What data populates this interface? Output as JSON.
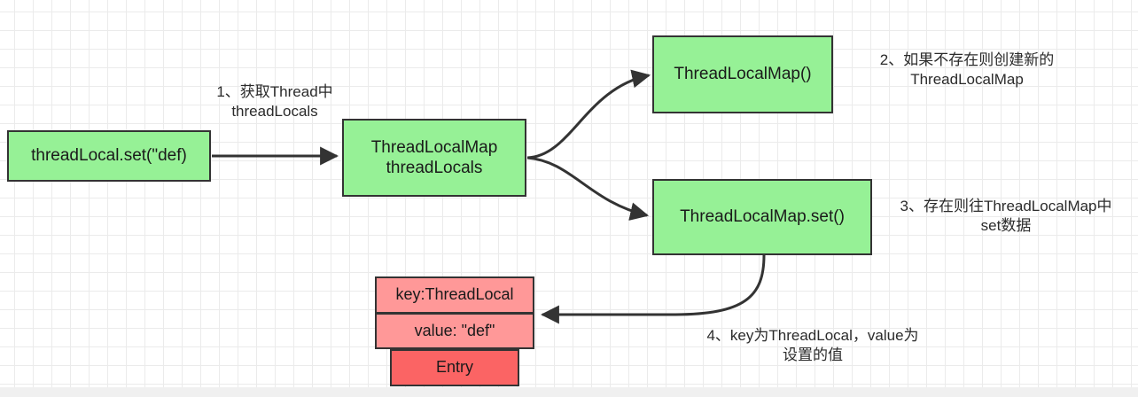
{
  "diagram": {
    "title_context": "ThreadLocal set() flow",
    "background": {
      "grid_color": "#ebebeb",
      "page_color": "#ffffff"
    },
    "colors": {
      "node_green": "#96f196",
      "cell_light_red": "#ff9898",
      "cell_dark_red": "#fb6464",
      "stroke": "#333333",
      "text": "#1a1a1a",
      "annotation_text": "#2b2b2b"
    },
    "nodes": [
      {
        "id": "thread-local-set",
        "label": "threadLocal.set(\"def)"
      },
      {
        "id": "thread-local-map-field",
        "label": "ThreadLocalMap\nthreadLocals"
      },
      {
        "id": "thread-local-map-ctor",
        "label": "ThreadLocalMap()"
      },
      {
        "id": "thread-local-map-set",
        "label": "ThreadLocalMap.set()"
      }
    ],
    "entry_table": {
      "rows": [
        {
          "id": "entry-key",
          "label": "key:ThreadLocal"
        },
        {
          "id": "entry-value",
          "label": "value: \"def\""
        },
        {
          "id": "entry-name",
          "label": "Entry"
        }
      ]
    },
    "annotations": [
      {
        "id": "step-1",
        "text": "1、获取Thread中\nthreadLocals"
      },
      {
        "id": "step-2",
        "text": "2、如果不存在则创建新的\nThreadLocalMap"
      },
      {
        "id": "step-3",
        "text": "3、存在则往ThreadLocalMap中\nset数据"
      },
      {
        "id": "step-4",
        "text": "4、key为ThreadLocal，value为\n设置的值"
      }
    ]
  }
}
